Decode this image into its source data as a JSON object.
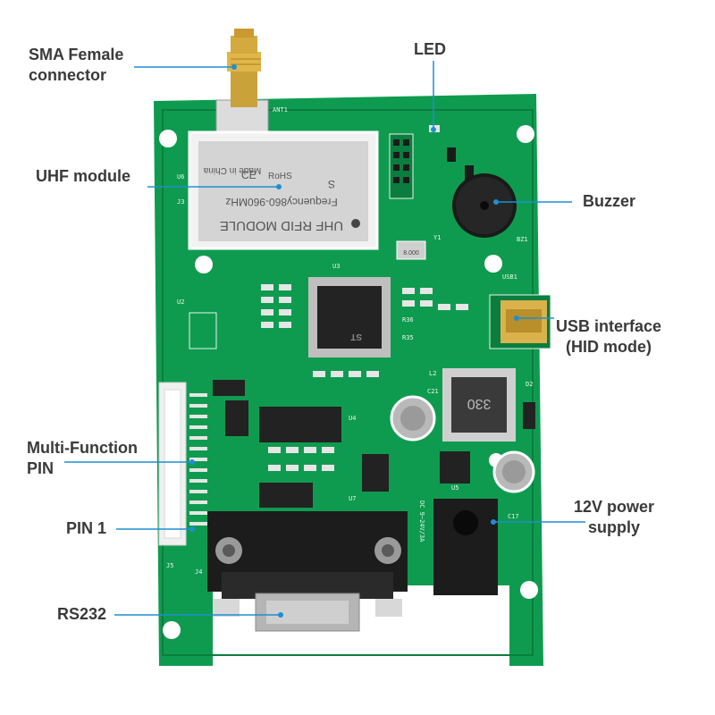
{
  "colors": {
    "pcb": "#0f9b4f",
    "pcb_dark": "#0b7d3f",
    "pad": "#e6e6e6",
    "leader": "#1f8fd0",
    "label": "#3a3a3a"
  },
  "callouts": [
    {
      "id": "sma",
      "text": "SMA Female\nconnector"
    },
    {
      "id": "led",
      "text": "LED"
    },
    {
      "id": "uhf",
      "text": "UHF module"
    },
    {
      "id": "buzzer",
      "text": "Buzzer"
    },
    {
      "id": "usb",
      "text": "USB interface\n(HID mode)"
    },
    {
      "id": "mfpin",
      "text": "Multi-Function\nPIN"
    },
    {
      "id": "power",
      "text": "12V power\nsupply"
    },
    {
      "id": "pin1",
      "text": "PIN 1"
    },
    {
      "id": "rs232",
      "text": "RS232"
    }
  ],
  "board": {
    "module_lines": [
      "Made in China",
      "S",
      "RoHS",
      "CE",
      "Frequency860-960MHz",
      "UHF RFID MODULE"
    ],
    "inductor_label": "330",
    "chip_brand": "ST",
    "crystal_label": "8.000",
    "silkscreen": [
      "ANT1",
      "U6",
      "J3",
      "U2",
      "U3",
      "U4",
      "U5",
      "U7",
      "D2",
      "C21",
      "L2",
      "BZ1",
      "USB1",
      "J4",
      "J5",
      "C17",
      "R36",
      "R35",
      "Y1",
      "DC 9~24V/3A"
    ]
  }
}
